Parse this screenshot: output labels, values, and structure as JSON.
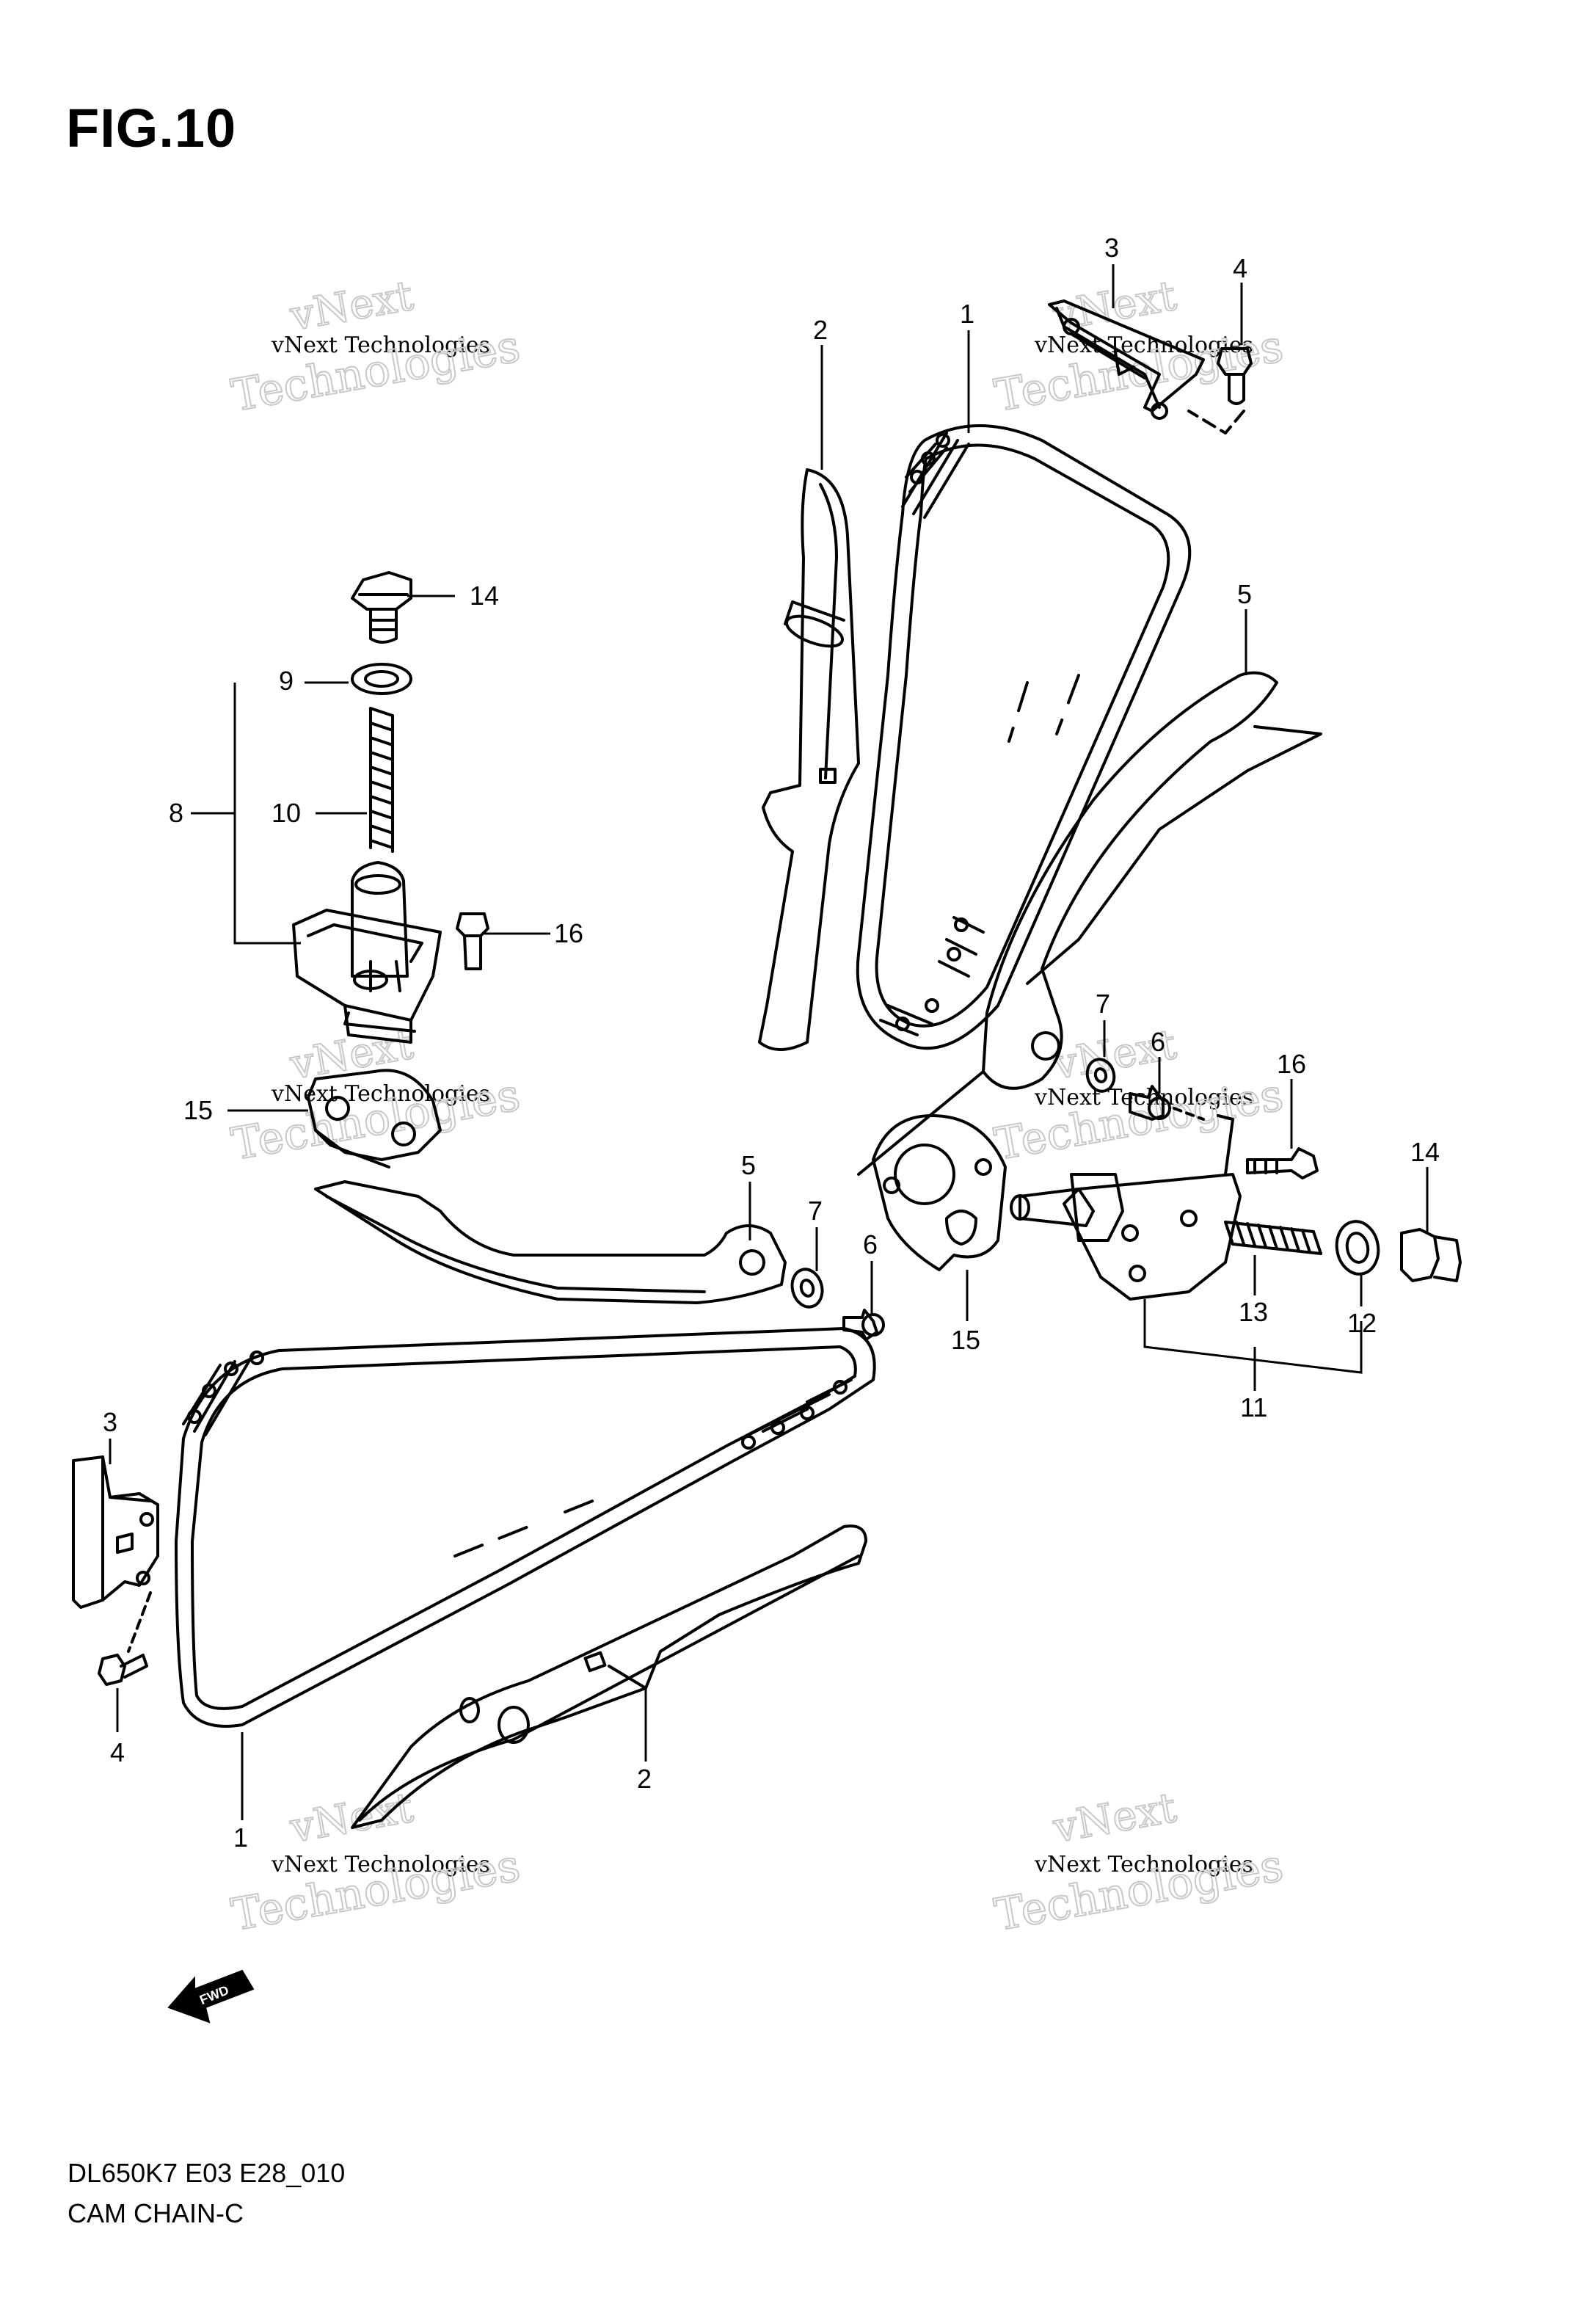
{
  "figure": {
    "title": "FIG.10",
    "code": "DL650K7 E03 E28_010",
    "name": "CAM CHAIN-C"
  },
  "watermark": {
    "line1": "vNext Technologies",
    "line2": "vNext",
    "line3": "Technologies"
  },
  "fwd_label": "FWD",
  "callouts": [
    {
      "id": "c1-top",
      "text": "1"
    },
    {
      "id": "c2-top",
      "text": "2"
    },
    {
      "id": "c3-top",
      "text": "3"
    },
    {
      "id": "c4-top",
      "text": "4"
    },
    {
      "id": "c5-right",
      "text": "5"
    },
    {
      "id": "c14-left",
      "text": "14"
    },
    {
      "id": "c9",
      "text": "9"
    },
    {
      "id": "c8",
      "text": "8"
    },
    {
      "id": "c10",
      "text": "10"
    },
    {
      "id": "c16-left",
      "text": "16"
    },
    {
      "id": "c15-left",
      "text": "15"
    },
    {
      "id": "c7-right",
      "text": "7"
    },
    {
      "id": "c6-right",
      "text": "6"
    },
    {
      "id": "c16-right",
      "text": "16"
    },
    {
      "id": "c14-right",
      "text": "14"
    },
    {
      "id": "c5-mid",
      "text": "5"
    },
    {
      "id": "c7-mid",
      "text": "7"
    },
    {
      "id": "c6-mid",
      "text": "6"
    },
    {
      "id": "c15-mid",
      "text": "15"
    },
    {
      "id": "c13",
      "text": "13"
    },
    {
      "id": "c12",
      "text": "12"
    },
    {
      "id": "c11",
      "text": "11"
    },
    {
      "id": "c3-bottom",
      "text": "3"
    },
    {
      "id": "c4-bottom",
      "text": "4"
    },
    {
      "id": "c1-bottom",
      "text": "1"
    },
    {
      "id": "c2-bottom",
      "text": "2"
    }
  ]
}
